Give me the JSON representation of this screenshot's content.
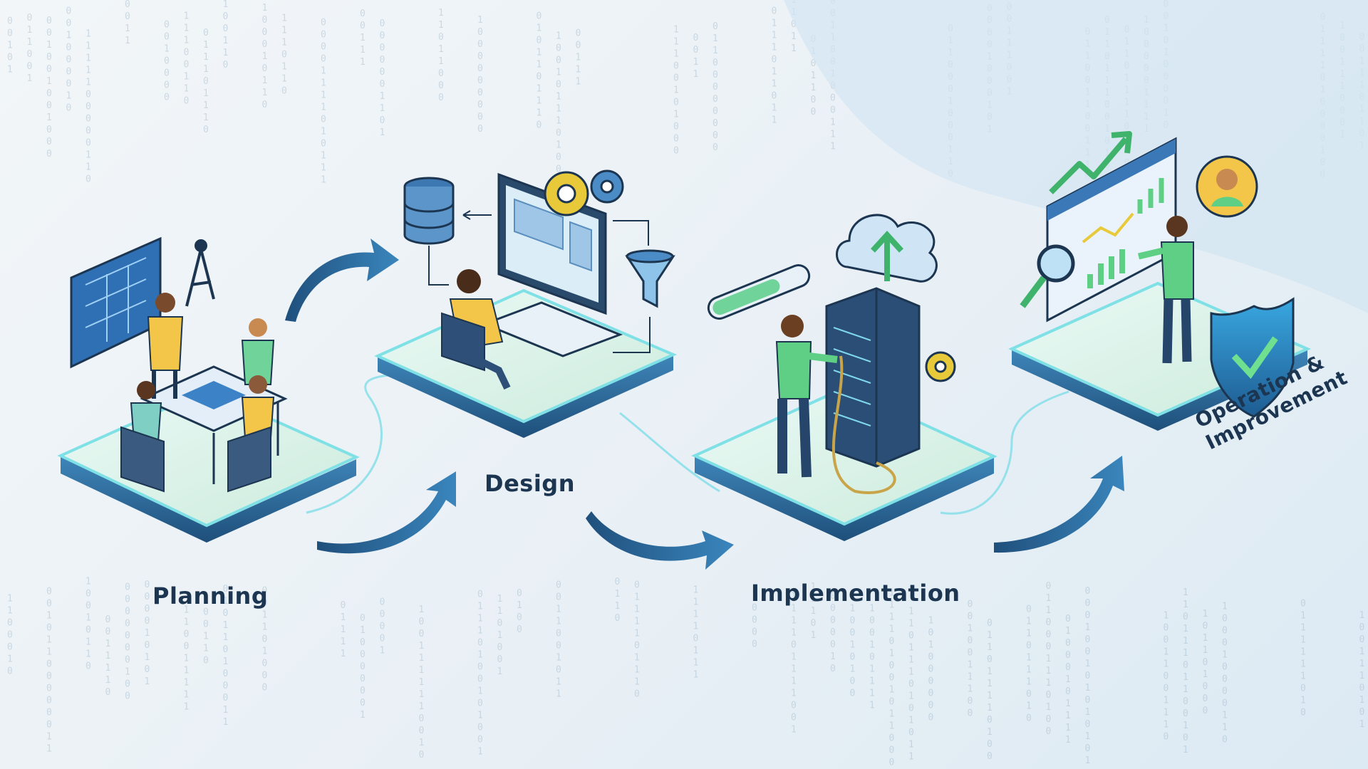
{
  "stages": [
    {
      "label": "Planning"
    },
    {
      "label": "Design"
    },
    {
      "label": "Implementation"
    },
    {
      "label": "Operation &",
      "label_line2": "Improvement"
    }
  ],
  "icons": {
    "planning": [
      "blueprint-icon",
      "compass-icon",
      "meeting-table-icon",
      "person-icon"
    ],
    "design": [
      "database-icon",
      "gear-icon",
      "monitor-icon",
      "funnel-icon",
      "person-icon"
    ],
    "implementation": [
      "cloud-upload-icon",
      "server-rack-icon",
      "progress-bar-icon",
      "gear-icon",
      "person-icon"
    ],
    "operation": [
      "trend-arrow-icon",
      "dashboard-icon",
      "magnifier-icon",
      "avatar-icon",
      "shield-check-icon",
      "person-icon"
    ]
  },
  "colors": {
    "platform_top": "#dff3ef",
    "platform_glow": "#7fe0e6",
    "platform_side": "#2c6b9c",
    "arrow": "#2f6d9e",
    "accent_green": "#5fcf86",
    "label": "#1c3550"
  }
}
